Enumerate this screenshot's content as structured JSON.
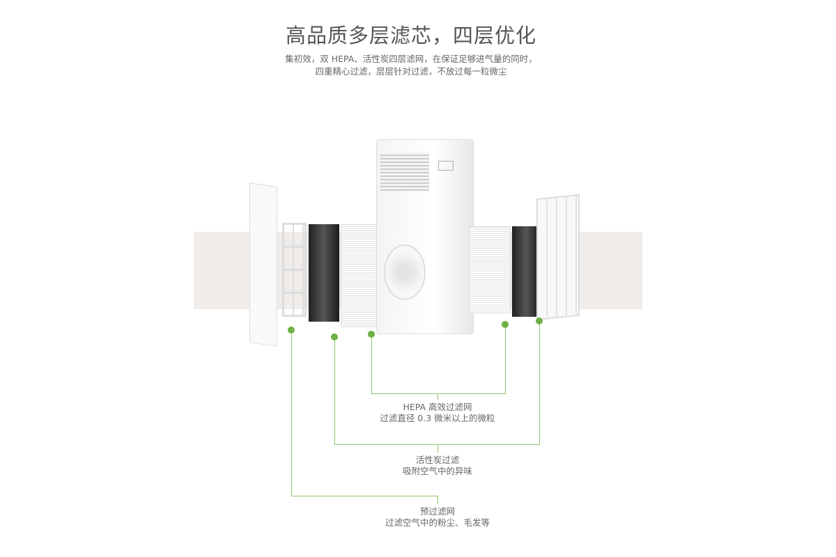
{
  "header": {
    "title": "高品质多层滤芯，四层优化",
    "subtitle_line1": "集初效，双 HEPA、活性炭四层滤网，在保证足够进气量的同时，",
    "subtitle_line2": "四重精心过滤，层层针对过滤，不放过每一粒微尘"
  },
  "labels": {
    "hepa": {
      "title": "HEPA 高效过滤网",
      "desc": "过滤直径 0.3 微米以上的微粒"
    },
    "carbon": {
      "title": "活性炭过滤",
      "desc": "吸附空气中的异味"
    },
    "pre": {
      "title": "预过滤网",
      "desc": "过滤空气中的粉尘、毛发等"
    }
  },
  "colors": {
    "accent": "#6db043",
    "band": "#efecea"
  }
}
